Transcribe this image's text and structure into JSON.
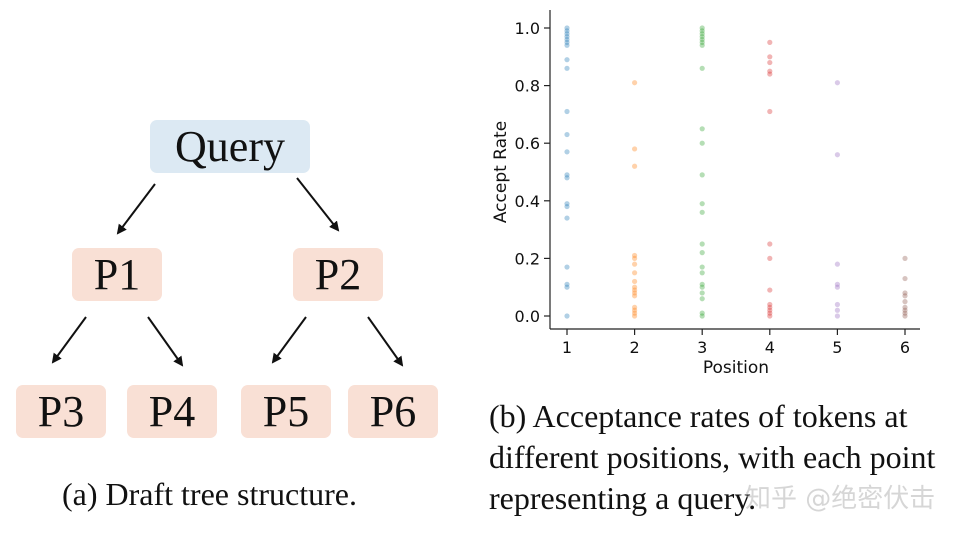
{
  "tree": {
    "root": "Query",
    "level1": [
      "P1",
      "P2"
    ],
    "level2": [
      "P3",
      "P4",
      "P5",
      "P6"
    ],
    "caption": "(a) Draft tree structure.",
    "colors": {
      "root_fill": "#dce9f3",
      "child_fill": "#f9e0d5"
    }
  },
  "figure_b_caption": "(b) Acceptance rates of tokens at different positions, with each point representing a query.",
  "watermark": "知乎 @绝密伏击",
  "chart_data": {
    "type": "scatter",
    "title": "",
    "xlabel": "Position",
    "ylabel": "Accept Rate",
    "xlim": [
      0.7,
      6.3
    ],
    "ylim": [
      -0.05,
      1.05
    ],
    "xticks": [
      1,
      2,
      3,
      4,
      5,
      6
    ],
    "xtick_labels": [
      "1",
      "2",
      "3",
      "4",
      "5",
      "6"
    ],
    "yticks": [
      0.0,
      0.2,
      0.4,
      0.6,
      0.8,
      1.0
    ],
    "ytick_labels": [
      "0.0",
      "0.2",
      "0.4",
      "0.6",
      "0.8",
      "1.0"
    ],
    "grid": false,
    "series": [
      {
        "name": "Position 1",
        "x": 1,
        "color": "#1f77b4",
        "values": [
          1.0,
          0.99,
          0.98,
          0.97,
          0.96,
          0.95,
          0.94,
          0.89,
          0.86,
          0.71,
          0.63,
          0.57,
          0.49,
          0.48,
          0.39,
          0.38,
          0.34,
          0.17,
          0.11,
          0.1,
          0.0
        ]
      },
      {
        "name": "Position 2",
        "x": 2,
        "color": "#ff7f0e",
        "values": [
          0.81,
          0.58,
          0.52,
          0.21,
          0.2,
          0.18,
          0.15,
          0.12,
          0.1,
          0.09,
          0.08,
          0.07,
          0.03,
          0.02,
          0.01,
          0.0
        ]
      },
      {
        "name": "Position 3",
        "x": 3,
        "color": "#2ca02c",
        "values": [
          1.0,
          0.99,
          0.98,
          0.97,
          0.96,
          0.95,
          0.94,
          0.86,
          0.65,
          0.6,
          0.49,
          0.39,
          0.36,
          0.25,
          0.22,
          0.17,
          0.15,
          0.11,
          0.1,
          0.08,
          0.06,
          0.01,
          0.0
        ]
      },
      {
        "name": "Position 4",
        "x": 4,
        "color": "#d62728",
        "values": [
          0.95,
          0.9,
          0.88,
          0.85,
          0.84,
          0.71,
          0.25,
          0.2,
          0.09,
          0.04,
          0.03,
          0.02,
          0.01,
          0.0
        ]
      },
      {
        "name": "Position 5",
        "x": 5,
        "color": "#9467bd",
        "values": [
          0.81,
          0.56,
          0.18,
          0.11,
          0.1,
          0.04,
          0.02,
          0.0
        ]
      },
      {
        "name": "Position 6",
        "x": 6,
        "color": "#8c564b",
        "values": [
          0.2,
          0.13,
          0.08,
          0.07,
          0.05,
          0.03,
          0.02,
          0.01,
          0.0
        ]
      }
    ]
  }
}
